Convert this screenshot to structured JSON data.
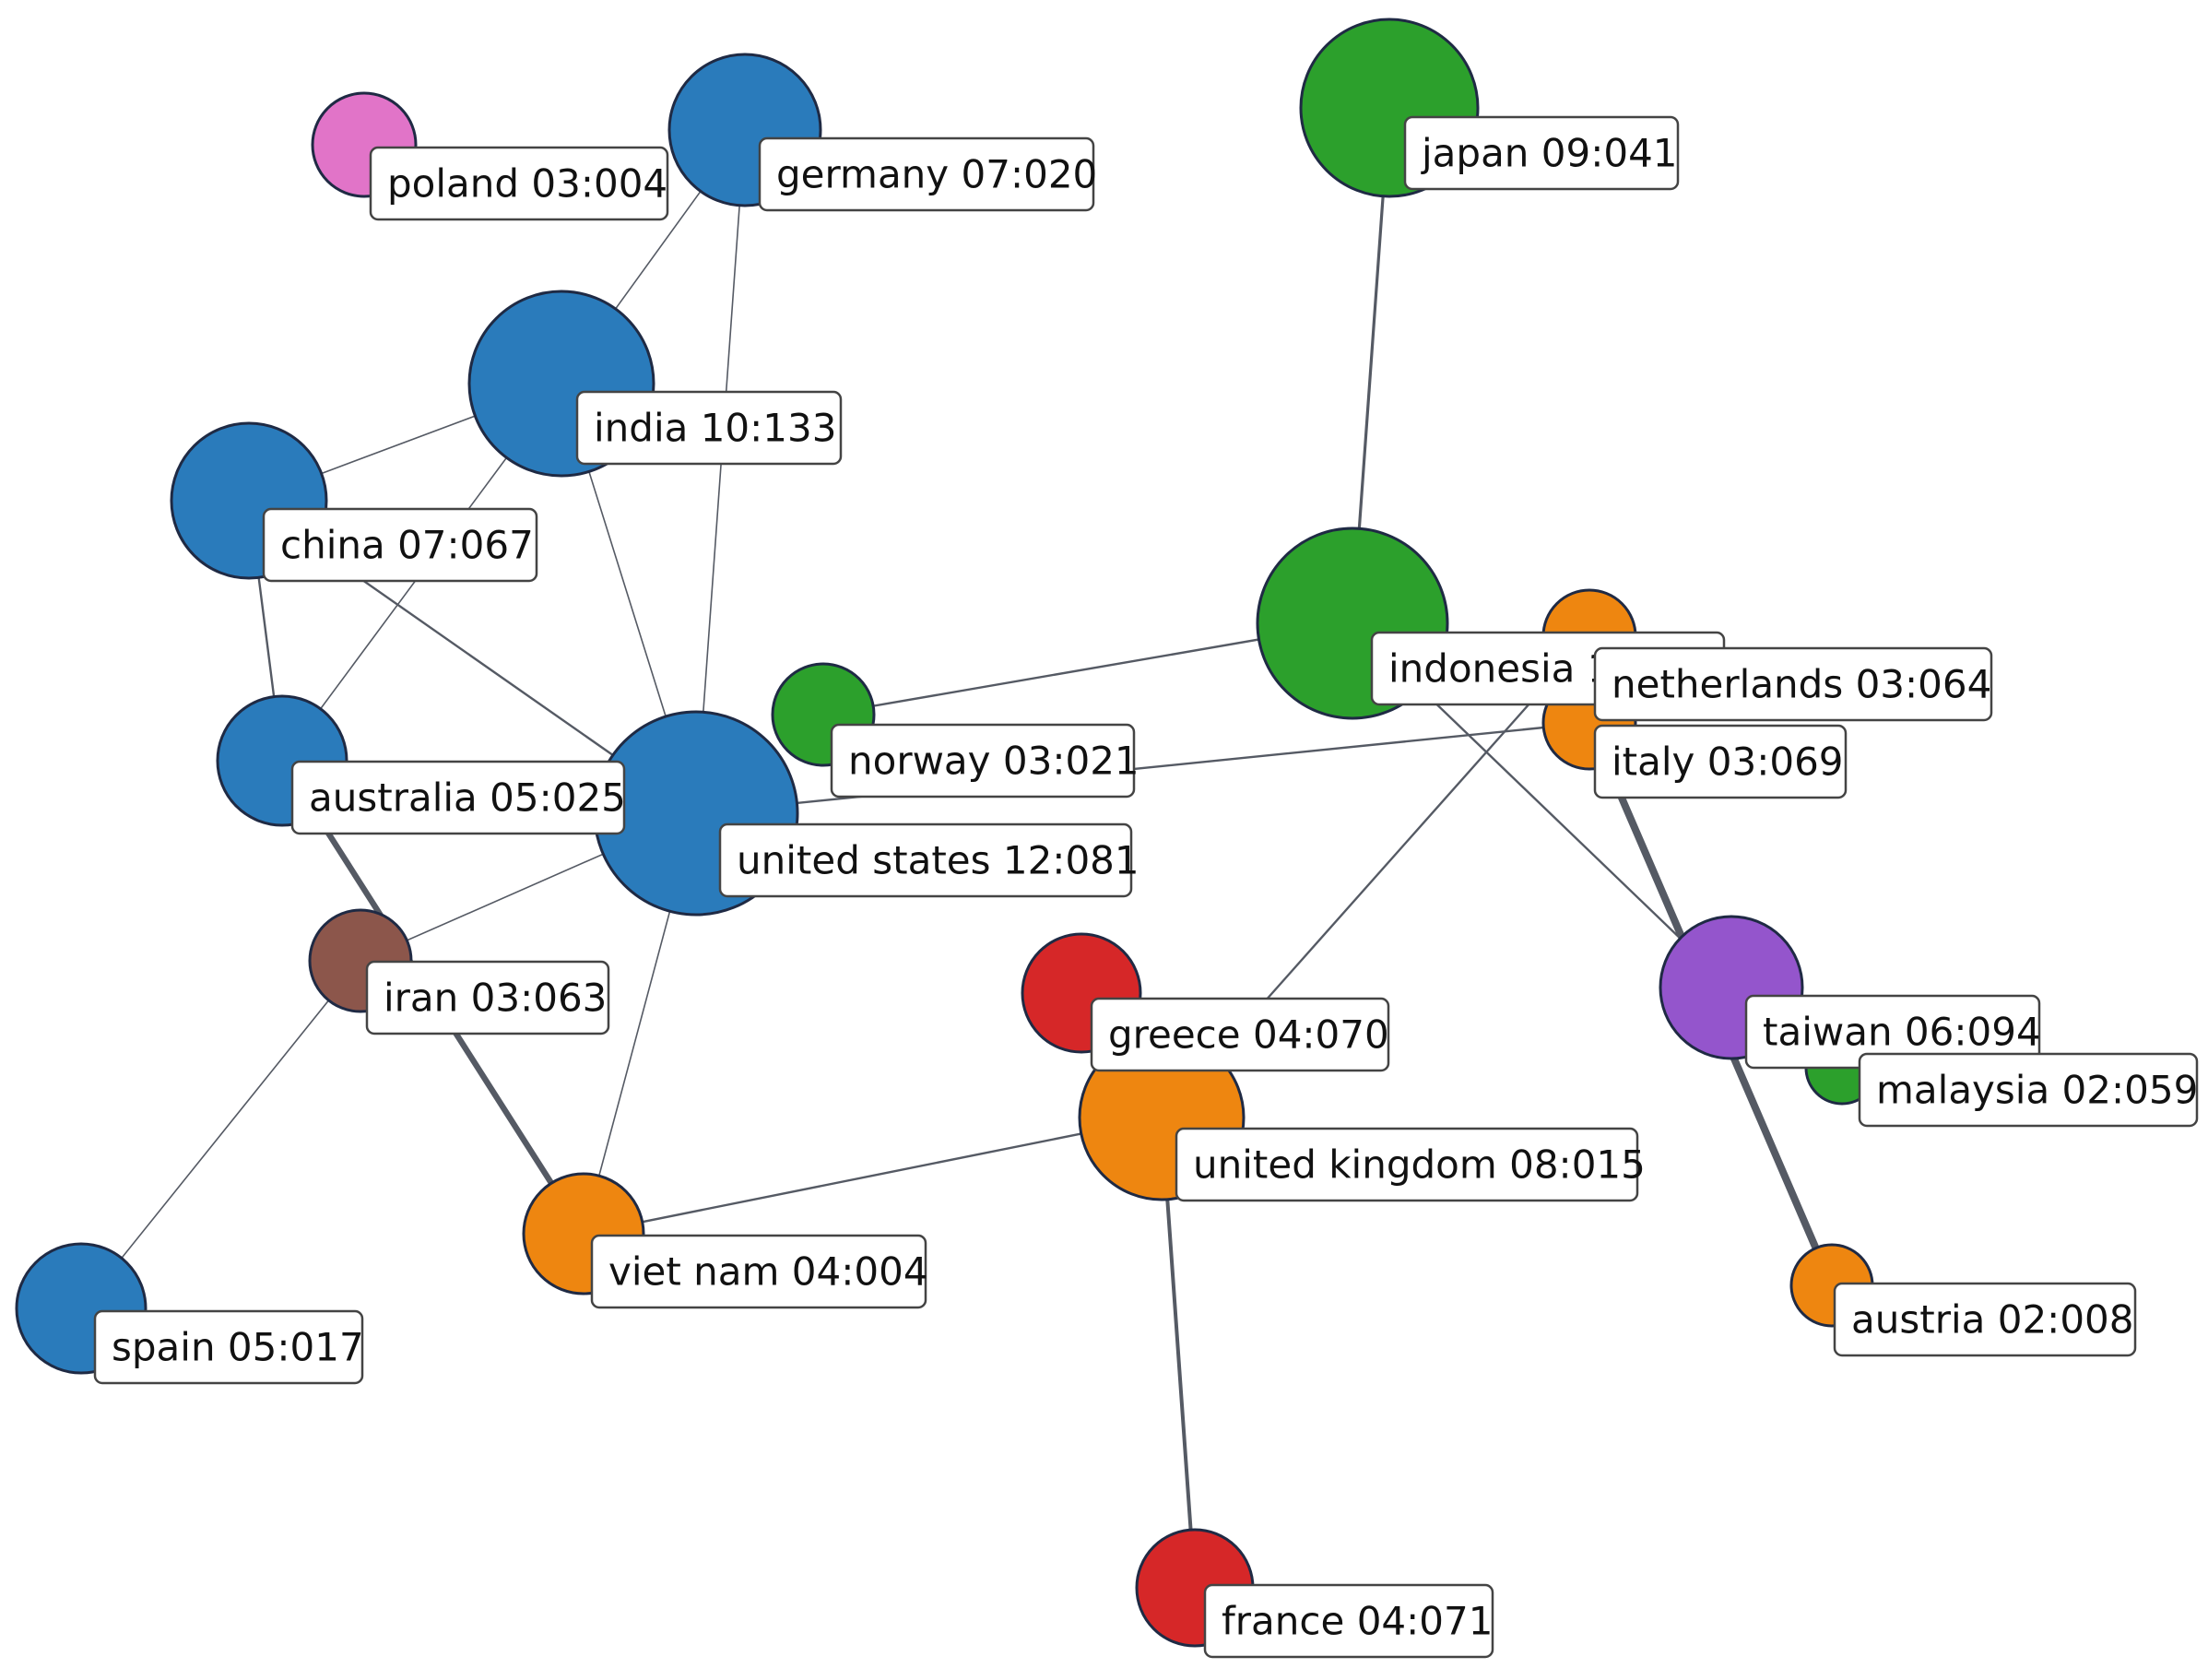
{
  "colors": {
    "blue": "#2a7bbb",
    "green": "#2ca02c",
    "orange": "#ee8610",
    "red": "#d62728",
    "purple": "#9455cc",
    "pink": "#e174c8",
    "brown": "#8c564b",
    "edge": "#555a64"
  },
  "nodes": [
    {
      "id": "poland",
      "label": "poland 03:004",
      "color": "pink"
    },
    {
      "id": "germany",
      "label": "germany 07:020",
      "color": "blue"
    },
    {
      "id": "japan",
      "label": "japan 09:041",
      "color": "green"
    },
    {
      "id": "india",
      "label": "india 10:133",
      "color": "blue"
    },
    {
      "id": "china",
      "label": "china 07:067",
      "color": "blue"
    },
    {
      "id": "indonesia",
      "label": "indonesia 1",
      "color": "green"
    },
    {
      "id": "netherlands",
      "label": "netherlands 03:064",
      "color": "orange"
    },
    {
      "id": "norway",
      "label": "norway 03:021",
      "color": "green"
    },
    {
      "id": "italy",
      "label": "italy 03:069",
      "color": "orange"
    },
    {
      "id": "australia",
      "label": "australia 05:025",
      "color": "blue"
    },
    {
      "id": "united_states",
      "label": "united states 12:081",
      "color": "blue"
    },
    {
      "id": "iran",
      "label": "iran 03:063",
      "color": "brown"
    },
    {
      "id": "greece",
      "label": "greece 04:070",
      "color": "red"
    },
    {
      "id": "taiwan",
      "label": "taiwan 06:094",
      "color": "purple"
    },
    {
      "id": "malaysia",
      "label": "malaysia 02:059",
      "color": "green"
    },
    {
      "id": "united_kingdom",
      "label": "united kingdom 08:015",
      "color": "orange"
    },
    {
      "id": "viet_nam",
      "label": "viet nam 04:004",
      "color": "orange"
    },
    {
      "id": "austria",
      "label": "austria 02:008",
      "color": "orange"
    },
    {
      "id": "spain",
      "label": "spain 05:017",
      "color": "blue"
    },
    {
      "id": "france",
      "label": "france 04:071",
      "color": "red"
    }
  ],
  "edges": [
    {
      "from": "germany",
      "to": "india",
      "weight": 1
    },
    {
      "from": "germany",
      "to": "united_states",
      "weight": 1
    },
    {
      "from": "india",
      "to": "china",
      "weight": 1
    },
    {
      "from": "india",
      "to": "australia",
      "weight": 1
    },
    {
      "from": "india",
      "to": "united_states",
      "weight": 1
    },
    {
      "from": "china",
      "to": "australia",
      "weight": 1.5
    },
    {
      "from": "china",
      "to": "united_states",
      "weight": 1.5
    },
    {
      "from": "australia",
      "to": "viet_nam",
      "weight": 4
    },
    {
      "from": "united_states",
      "to": "iran",
      "weight": 1
    },
    {
      "from": "united_states",
      "to": "viet_nam",
      "weight": 1
    },
    {
      "from": "united_states",
      "to": "italy",
      "weight": 1.5
    },
    {
      "from": "iran",
      "to": "spain",
      "weight": 1
    },
    {
      "from": "japan",
      "to": "indonesia",
      "weight": 2
    },
    {
      "from": "indonesia",
      "to": "norway",
      "weight": 1.5
    },
    {
      "from": "indonesia",
      "to": "taiwan",
      "weight": 1.5
    },
    {
      "from": "netherlands",
      "to": "united_kingdom",
      "weight": 1.5
    },
    {
      "from": "italy",
      "to": "austria",
      "weight": 5
    },
    {
      "from": "viet_nam",
      "to": "united_kingdom",
      "weight": 1.5
    },
    {
      "from": "united_kingdom",
      "to": "france",
      "weight": 2.5
    }
  ]
}
